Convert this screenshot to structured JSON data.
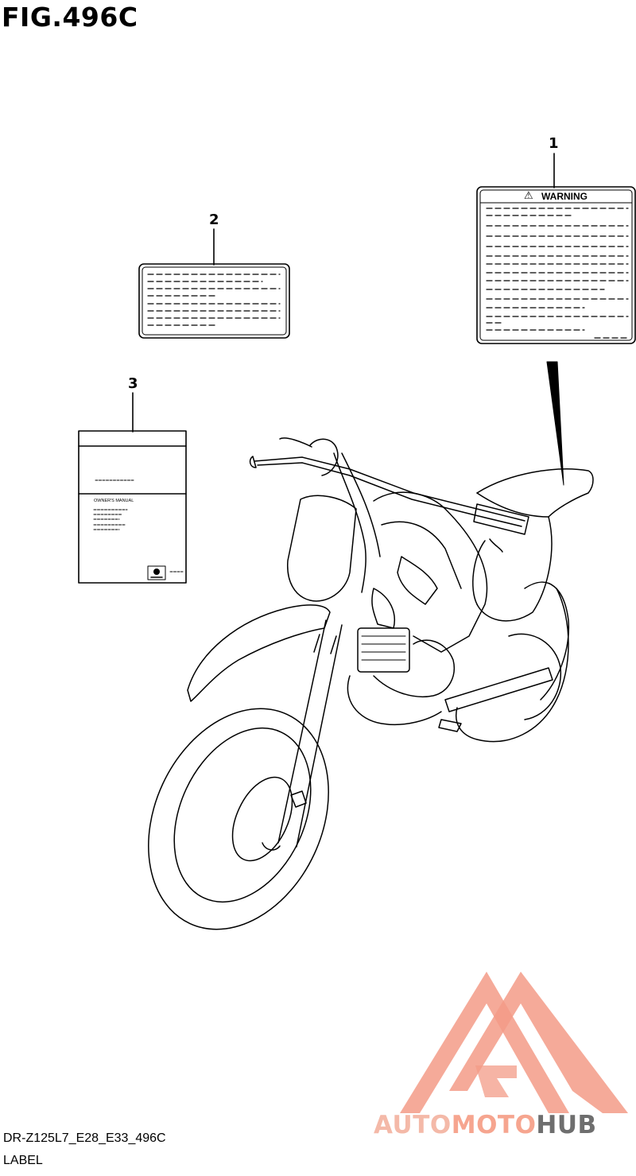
{
  "figure": {
    "title": "FIG.496C",
    "code": "DR-Z125L7_E28_E33_496C",
    "caption": "LABEL"
  },
  "callouts": [
    {
      "number": "1",
      "part": "warning-label"
    },
    {
      "number": "2",
      "part": "info-label"
    },
    {
      "number": "3",
      "part": "owners-manual"
    }
  ],
  "warning_label": {
    "heading": "WARNING",
    "glyph": "⚠"
  },
  "owners_manual": {
    "text": "OWNER'S MANUAL"
  },
  "watermark": {
    "part1": "AUTO",
    "part2": "MOTO",
    "part3": "HUB",
    "colors": {
      "triangle": "#f39b87",
      "text_light": "#f4b9a8",
      "text_dark": "#6e6e6e"
    }
  }
}
